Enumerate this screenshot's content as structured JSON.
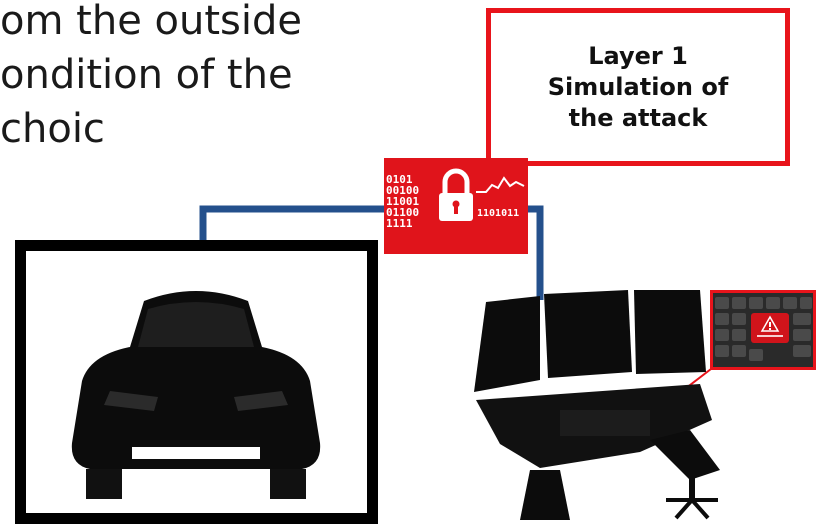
{
  "body_text": {
    "line1": "om the outside",
    "line2": "ondition of the",
    "line3": "choic"
  },
  "layer_box": {
    "line1": "Layer 1",
    "line2": "Simulation of",
    "line3": "the attack"
  },
  "attack_badge": {
    "binary_left": "0101\n00100\n11001\n01100\n1111",
    "binary_right": "1101011"
  },
  "colors": {
    "accent_red": "#e8141b",
    "connector_blue": "#24508c",
    "frame_black": "#000000"
  },
  "icons": {
    "badge": "padlock-icon",
    "badge_graph": "signal-line-icon",
    "car": "car-icon",
    "workstation": "simulator-cockpit-icon",
    "keyboard": "keyboard-warning-icon"
  }
}
